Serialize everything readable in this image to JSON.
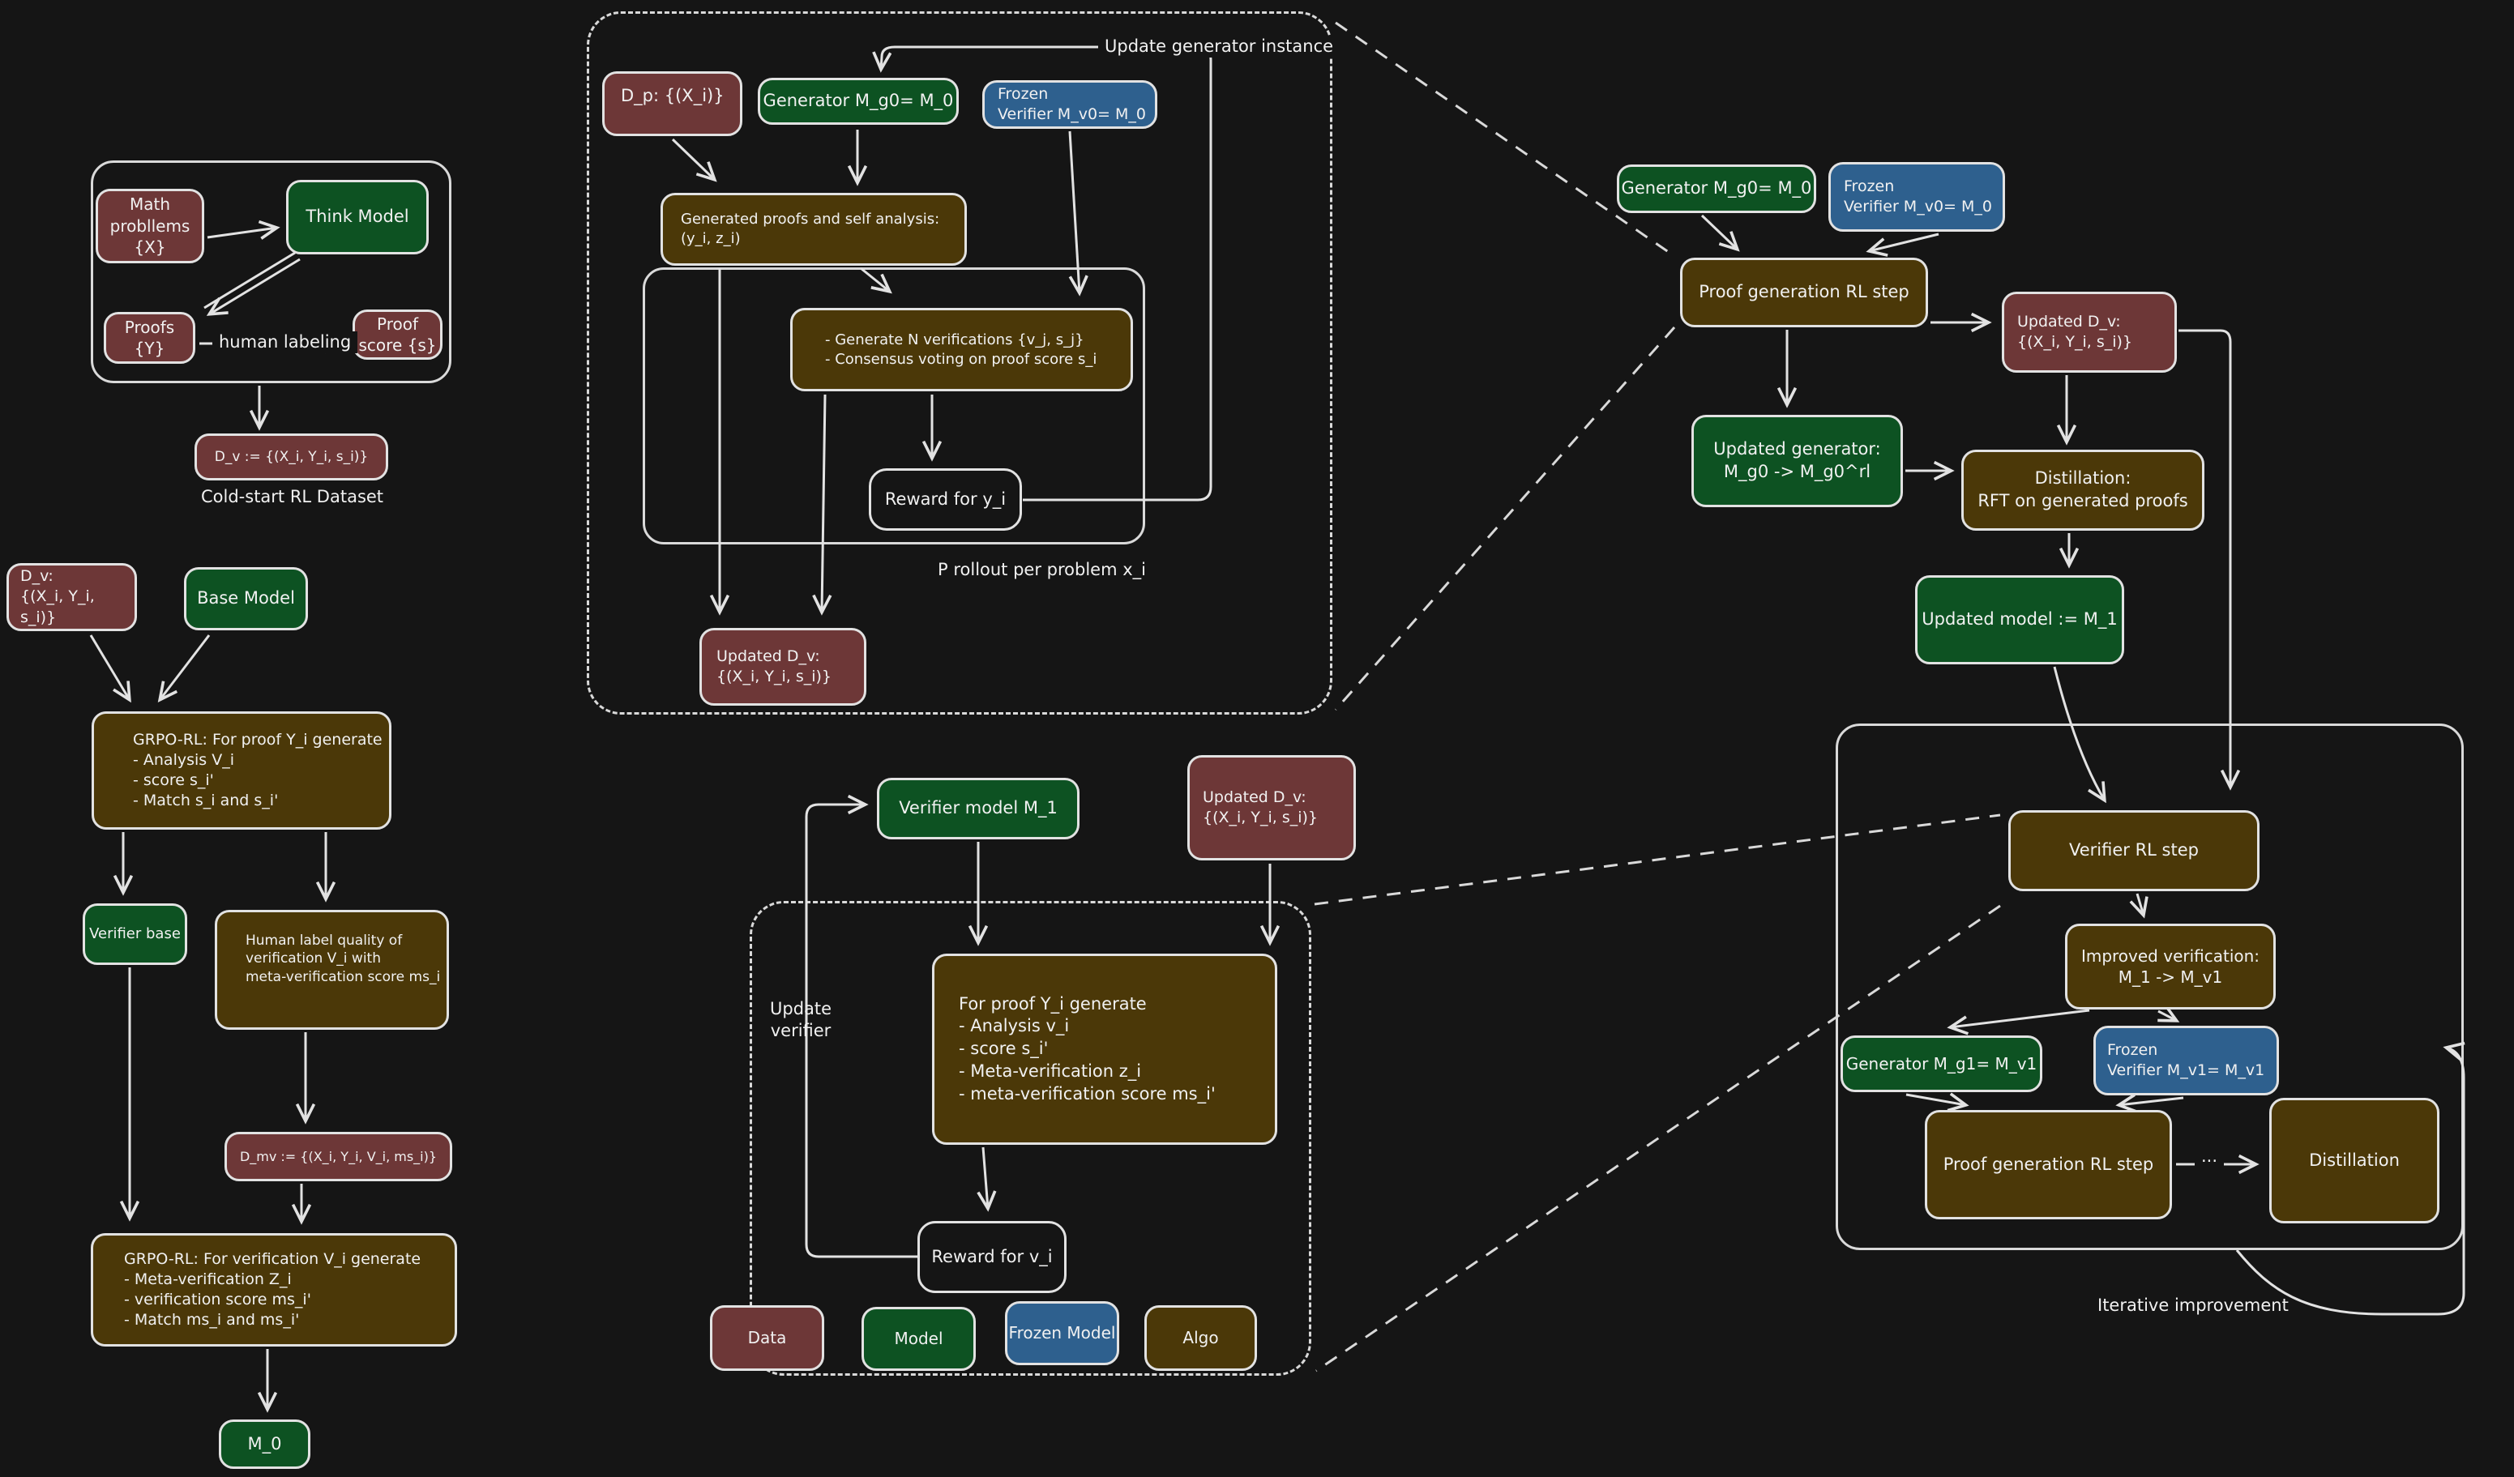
{
  "title": "Self-improving proof generation and verification RL pipeline",
  "colors": {
    "background": "#151515",
    "data_fill": "#6d3737",
    "model_fill": "#0d5222",
    "frozen_model_fill": "#2e608e",
    "algo_fill": "#4b3808",
    "stroke": "#e2e2e2"
  },
  "cold_start": {
    "math_problems": "Math\nprobllems\n{X}",
    "think_model": "Think Model",
    "proofs": "Proofs\n{Y}",
    "human_labeling": "human labeling",
    "proof_score": "Proof\nscore {s}",
    "dataset": "D_v := {(X_i, Y_i, s_i)}",
    "caption": "Cold-start RL Dataset"
  },
  "verifier_cold_start": {
    "d_v": "D_v:\n{(X_i, Y_i, s_i)}",
    "base_model": "Base Model",
    "grpo_proof": "GRPO-RL: For proof Y_i generate\n- Analysis V_i\n- score s_i'\n- Match s_i and s_i'",
    "verifier_base": "Verifier base",
    "human_label_quality": "Human label quality of\nverification V_i with\nmeta-verification score ms_i",
    "d_mv": "D_mv := {(X_i, Y_i, V_i, ms_i)}",
    "grpo_verification": "GRPO-RL: For verification V_i generate\n- Meta-verification Z_i\n- verification score ms_i'\n- Match ms_i and ms_i'",
    "m_0": "M_0"
  },
  "proof_rollout": {
    "update_generator_instance": "Update generator instance",
    "d_p": "D_p: {(X_i)}",
    "generator": "Generator M_g0= M_0",
    "frozen_verifier": "Frozen\nVerifier M_v0= M_0",
    "generated_proofs": "Generated proofs and self analysis:\n(y_i, z_i)",
    "generate_n": "- Generate N verifications {v_j, s_j}\n- Consensus voting on proof score s_i",
    "reward": "Reward for y_i",
    "rollout_caption": "P rollout per problem x_i",
    "updated_d_v": "Updated D_v:\n{(X_i, Y_i, s_i)}"
  },
  "verifier_rl": {
    "verifier_model": "Verifier model M_1",
    "updated_d_v": "Updated D_v:\n{(X_i, Y_i, s_i)}",
    "update_verifier": "Update\nverifier",
    "for_proof": "For proof Y_i generate\n- Analysis v_i\n- score s_i'\n- Meta-verification z_i\n- meta-verification score ms_i'",
    "reward": "Reward for v_i"
  },
  "rl_pipeline": {
    "generator": "Generator M_g0= M_0",
    "frozen_verifier": "Frozen\nVerifier M_v0= M_0",
    "proof_gen_step": "Proof generation RL step",
    "updated_d_v": "Updated D_v:\n{(X_i, Y_i, s_i)}",
    "updated_generator": "Updated generator:\nM_g0 -> M_g0^rl",
    "distillation_rft": "Distillation:\nRFT on generated proofs",
    "updated_model": "Updated model := M_1"
  },
  "iterative": {
    "verifier_rl_step": "Verifier RL step",
    "improved_verification": "Improved verification:\nM_1 -> M_v1",
    "generator_g1": "Generator M_g1= M_v1",
    "frozen_verifier_v1": "Frozen\nVerifier M_v1= M_v1",
    "proof_gen_step": "Proof generation RL step",
    "ellipsis": "...",
    "distillation": "Distillation",
    "caption": "Iterative improvement"
  },
  "legend": {
    "data": "Data",
    "model": "Model",
    "frozen": "Frozen Model",
    "algo": "Algo"
  }
}
